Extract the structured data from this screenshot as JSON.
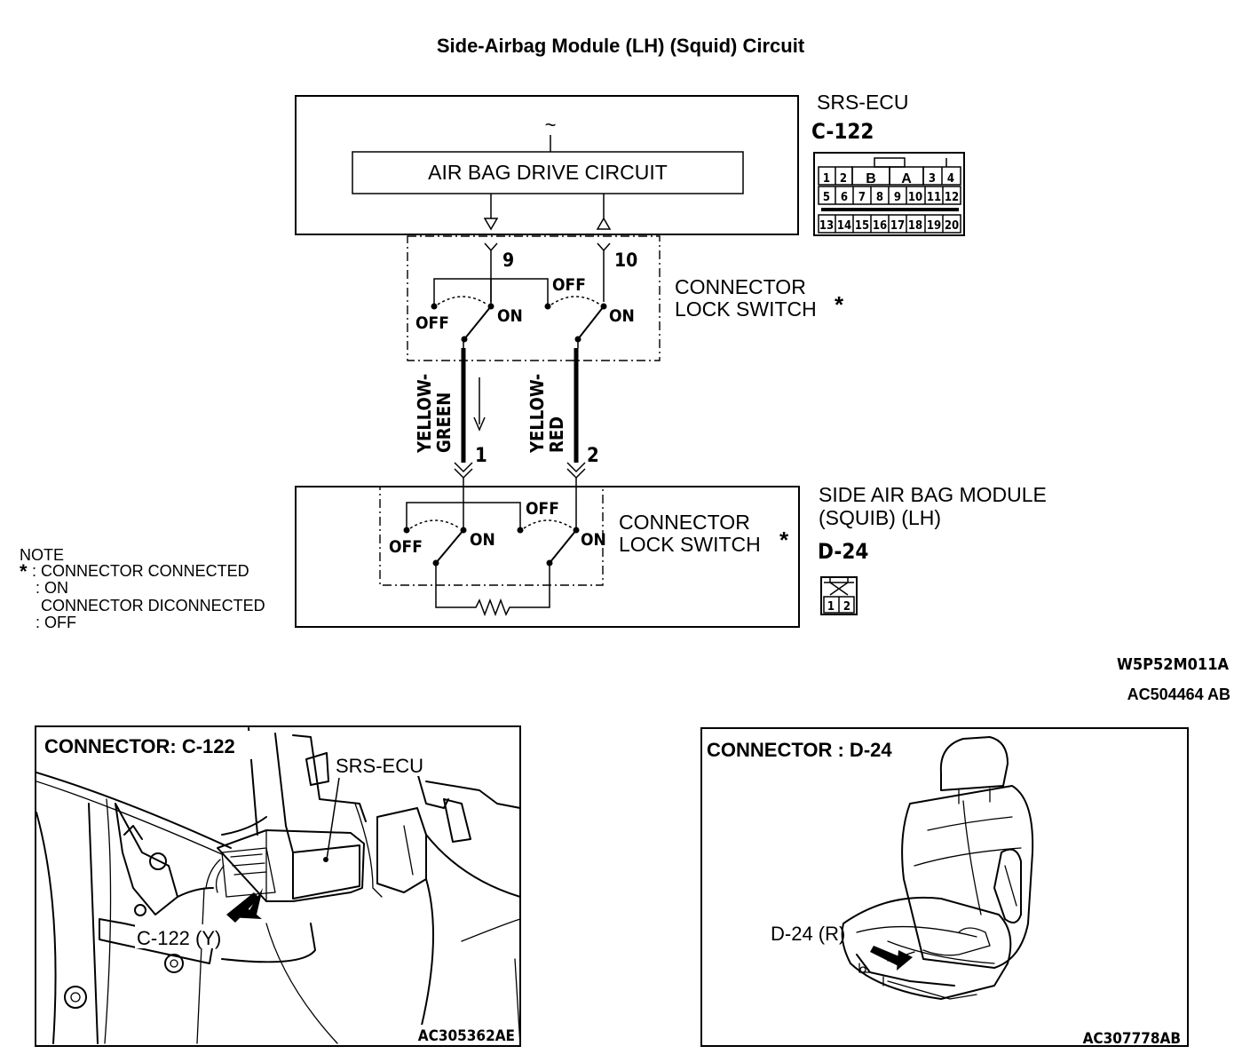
{
  "title": "Side-Airbag Module (LH) (Squid) Circuit",
  "srs_ecu": {
    "name": "SRS-ECU",
    "connector": "C-122",
    "drive_circuit": "AIR BAG DRIVE CIRCUIT",
    "tilde": "~",
    "pin_top_left": "9",
    "pin_top_right": "10"
  },
  "connector_c122": {
    "pins_row1": [
      "1",
      "2",
      "B",
      "A",
      "3",
      "4"
    ],
    "pins_row2": [
      "5",
      "6",
      "7",
      "8",
      "9",
      "10",
      "11",
      "12"
    ],
    "pins_row3": [
      "13",
      "14",
      "15",
      "16",
      "17",
      "18",
      "19",
      "20"
    ]
  },
  "lock_switch_upper": {
    "label_line1": "CONNECTOR",
    "label_line2": "LOCK SWITCH",
    "asterisk": "*"
  },
  "switch_labels": {
    "off": "OFF",
    "on": "ON"
  },
  "wires": {
    "left_color_line1": "YELLOW-",
    "left_color_line2": "GREEN",
    "right_color_line1": "YELLOW-",
    "right_color_line2": "RED",
    "left_pin": "1",
    "right_pin": "2"
  },
  "side_module": {
    "name_line1": "SIDE AIR BAG MODULE",
    "name_line2": "(SQUIB) (LH)",
    "connector": "D-24",
    "pins": [
      "1",
      "2"
    ]
  },
  "lock_switch_lower": {
    "label_line1": "CONNECTOR",
    "label_line2": "LOCK SWITCH",
    "asterisk": "*"
  },
  "note": {
    "heading": "NOTE",
    "asterisk": "*",
    "line1": ": CONNECTOR CONNECTED",
    "line2": ": ON",
    "line3": "CONNECTOR DICONNECTED",
    "line4": ": OFF"
  },
  "refs": {
    "diagram_code": "W5P52M011A",
    "diagram_ref": "AC504464 AB"
  },
  "panel_left": {
    "title": "CONNECTOR: C-122",
    "callout_ecu": "SRS-ECU",
    "callout_conn": "C-122 (Y)",
    "ref": "AC305362AE"
  },
  "panel_right": {
    "title": "CONNECTOR : D-24",
    "callout_conn": "D-24 (R)",
    "ref": "AC307778AB"
  }
}
